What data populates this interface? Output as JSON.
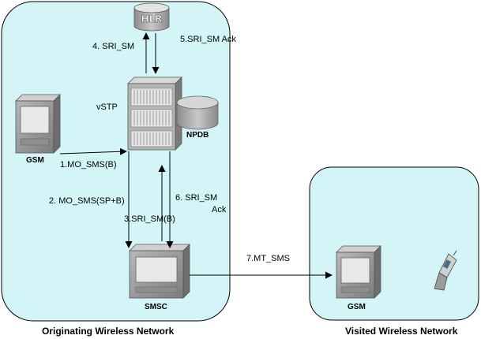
{
  "networks": {
    "originating": "Originating Wireless Network",
    "visited": "Visited Wireless Network"
  },
  "nodes": {
    "hlr": "HLR",
    "vstp": "vSTP",
    "npdb": "NPDB",
    "gsm_origin": "GSM",
    "smsc": "SMSC",
    "gsm_visited": "GSM"
  },
  "messages": {
    "m1": "1.MO_SMS(B)",
    "m2": "2. MO_SMS(SP+B)",
    "m3": "3.SRI_SM(B)",
    "m4": "4. SRI_SM",
    "m5": "5.SRI_SM Ack",
    "m6_line1": "6. SRI_SM",
    "m6_line2": "Ack",
    "m7": "7.MT_SMS"
  },
  "colors": {
    "network_fill": "#d4f5f8",
    "network_stroke": "#000000",
    "device_gray": "#9a9a9a",
    "db_gray": "#a8a8a8"
  },
  "icons": [
    "hlr-database-icon",
    "vstp-rack-icon",
    "npdb-database-icon",
    "gsm-terminal-icon",
    "smsc-terminal-icon",
    "mobile-phone-icon"
  ]
}
